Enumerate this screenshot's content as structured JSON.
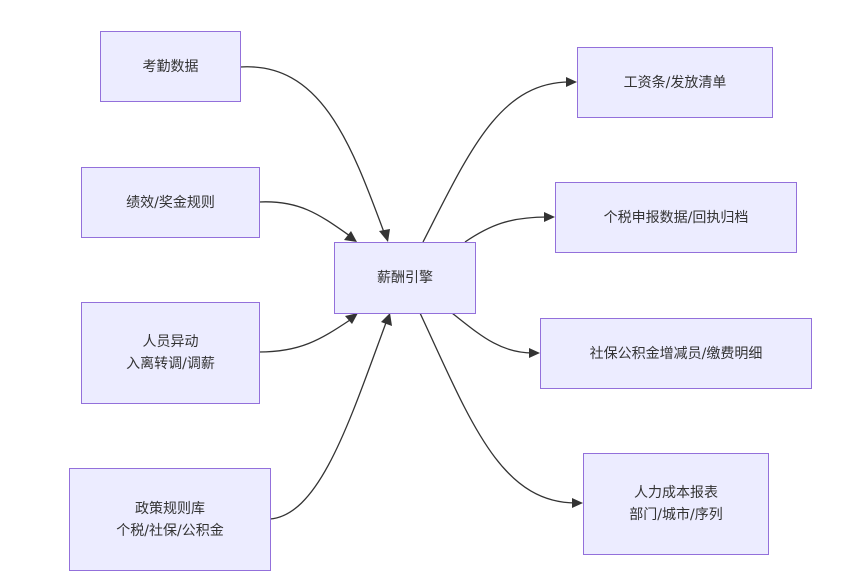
{
  "diagram": {
    "type": "flowchart",
    "colors": {
      "node_fill": "#ECECFF",
      "node_border": "#9370DB",
      "edge": "#333333",
      "text": "#333333"
    },
    "center": {
      "id": "engine",
      "lines": [
        "薪酬引擎"
      ]
    },
    "inputs": [
      {
        "id": "attendance",
        "lines": [
          "考勤数据"
        ]
      },
      {
        "id": "performance",
        "lines": [
          "绩效/奖金规则"
        ]
      },
      {
        "id": "personnel",
        "lines": [
          "人员异动",
          "入离转调/调薪"
        ]
      },
      {
        "id": "policy",
        "lines": [
          "政策规则库",
          "个税/社保/公积金"
        ]
      }
    ],
    "outputs": [
      {
        "id": "payslip",
        "lines": [
          "工资条/发放清单"
        ]
      },
      {
        "id": "tax",
        "lines": [
          "个税申报数据/回执归档"
        ]
      },
      {
        "id": "social",
        "lines": [
          "社保公积金增减员/缴费明细"
        ]
      },
      {
        "id": "cost",
        "lines": [
          "人力成本报表",
          "部门/城市/序列"
        ]
      }
    ],
    "edges": [
      {
        "from": "attendance",
        "to": "engine"
      },
      {
        "from": "performance",
        "to": "engine"
      },
      {
        "from": "personnel",
        "to": "engine"
      },
      {
        "from": "policy",
        "to": "engine"
      },
      {
        "from": "engine",
        "to": "payslip"
      },
      {
        "from": "engine",
        "to": "tax"
      },
      {
        "from": "engine",
        "to": "social"
      },
      {
        "from": "engine",
        "to": "cost"
      }
    ]
  }
}
